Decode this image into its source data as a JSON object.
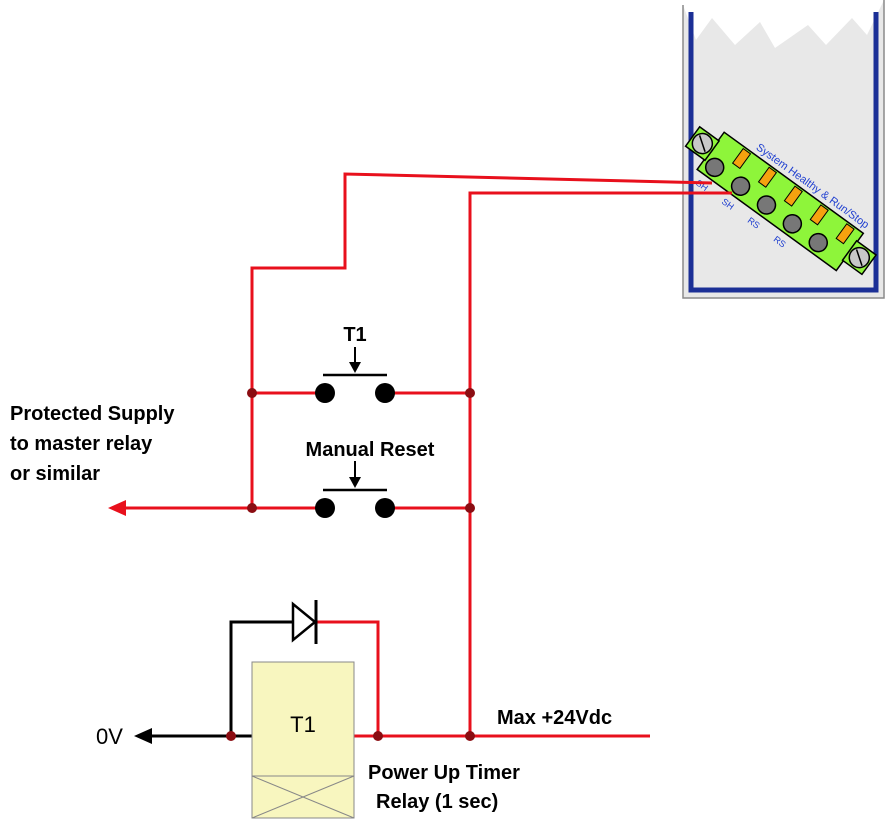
{
  "labels": {
    "t1_upper": "T1",
    "manual_reset": "Manual Reset",
    "protected_supply_1": "Protected Supply",
    "protected_supply_2": "to master relay",
    "protected_supply_3": "or similar",
    "zero_volt": "0V",
    "timer_coil": "T1",
    "max_voltage": "Max +24Vdc",
    "timer_desc_1": "Power Up Timer",
    "timer_desc_2": "Relay (1 sec)"
  },
  "connector": {
    "title": "System Healthy & Run/Stop",
    "pin_labels": [
      "SH",
      "SH",
      "RS",
      "RS"
    ]
  },
  "colors": {
    "wire_red": "#e8101c",
    "wire_dark_red": "#b0202a",
    "wire_black": "#000000",
    "junction": "#8b0d12",
    "connector_green": "#8ef53a",
    "connector_orange": "#f5a20f",
    "housing_blue": "#1b2f96",
    "housing_grey": "#e6e6e6",
    "coil_fill": "#f8f6bf"
  }
}
